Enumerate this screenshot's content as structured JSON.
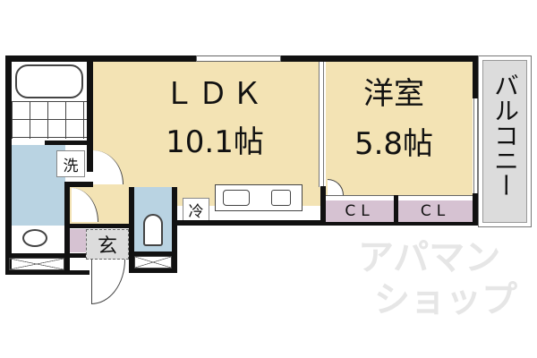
{
  "floor_plan": {
    "rooms": {
      "ldk": {
        "name": "ＬＤＫ",
        "size": "10.1帖"
      },
      "western_room": {
        "name": "洋室",
        "size": "5.8帖"
      },
      "balcony": {
        "name": "バルコニー"
      },
      "closet_1": {
        "label": "CL"
      },
      "closet_2": {
        "label": "CL"
      },
      "entrance": {
        "label": "玄"
      },
      "washer": {
        "label": "洗"
      },
      "fridge": {
        "label": "冷"
      }
    },
    "colors": {
      "ldk": "#f3e3b4",
      "wet_area": "#b9d3e2",
      "closet": "#d6c2d2",
      "balcony": "#dcdcdc",
      "wall": "#111111"
    }
  },
  "watermark": {
    "line1": "アパマン",
    "line2": "ショップ"
  }
}
